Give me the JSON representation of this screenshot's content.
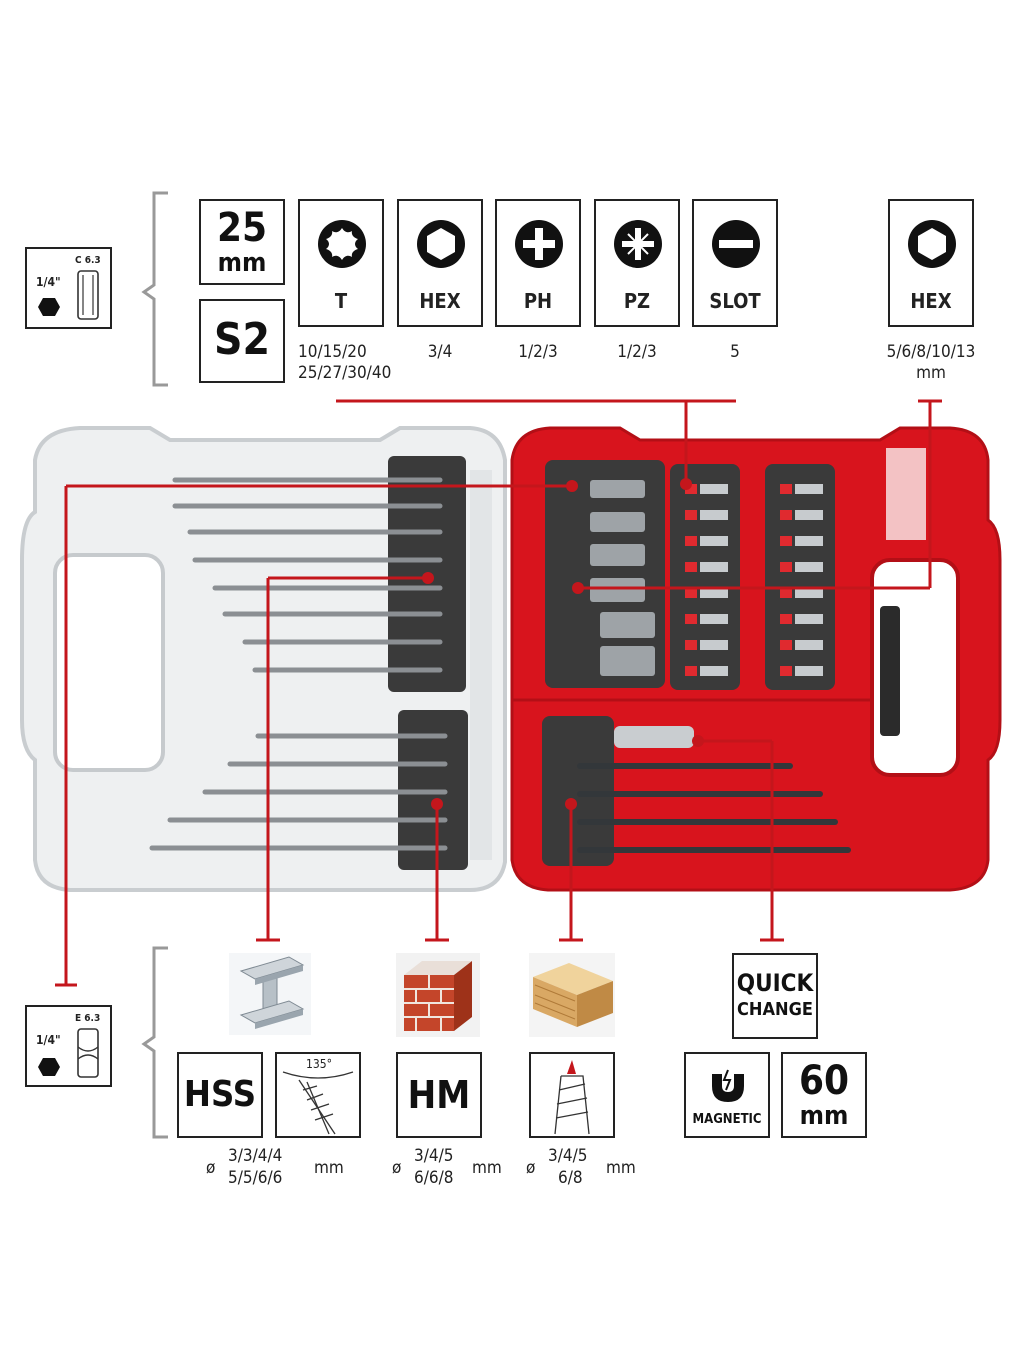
{
  "top": {
    "shank_badge": {
      "fraction": "1/4\"",
      "code": "C 6.3"
    },
    "length": {
      "value": "25",
      "unit": "mm"
    },
    "material": "S2",
    "bits": [
      {
        "name": "T",
        "icon": "torx-icon",
        "sizes": [
          "10/15/20",
          "25/27/30/40"
        ]
      },
      {
        "name": "HEX",
        "icon": "hex-icon",
        "sizes": [
          "3/4"
        ]
      },
      {
        "name": "PH",
        "icon": "phillips-icon",
        "sizes": [
          "1/2/3"
        ]
      },
      {
        "name": "PZ",
        "icon": "pozidriv-icon",
        "sizes": [
          "1/2/3"
        ]
      },
      {
        "name": "SLOT",
        "icon": "slot-icon",
        "sizes": [
          "5"
        ]
      }
    ],
    "nut_driver": {
      "name": "HEX",
      "icon": "hex-nut-icon",
      "sizes": [
        "5/6/8/10/13",
        "mm"
      ]
    }
  },
  "bottom": {
    "shank_badge": {
      "fraction": "1/4\"",
      "code": "E 6.3"
    },
    "hss": {
      "label": "HSS",
      "angle": "135°",
      "prefix": "ø",
      "sizes": [
        "3/3/4/4",
        "5/5/6/6"
      ],
      "unit": "mm",
      "image": "steel-beam"
    },
    "hm": {
      "label": "HM",
      "prefix": "ø",
      "sizes": [
        "3/4/5",
        "6/6/8"
      ],
      "unit": "mm",
      "image": "brick-wall"
    },
    "wood": {
      "prefix": "ø",
      "sizes": [
        "3/4/5",
        "6/8"
      ],
      "unit": "mm",
      "image": "wood-beam"
    },
    "quick_change": [
      "QUICK",
      "CHANGE"
    ],
    "magnetic": "MAGNETIC",
    "holder_length": {
      "value": "60",
      "unit": "mm"
    }
  },
  "colors": {
    "accent": "#c4161c",
    "case_red": "#d8141d",
    "dark": "#222222",
    "clear_case": "#eef0f1"
  }
}
